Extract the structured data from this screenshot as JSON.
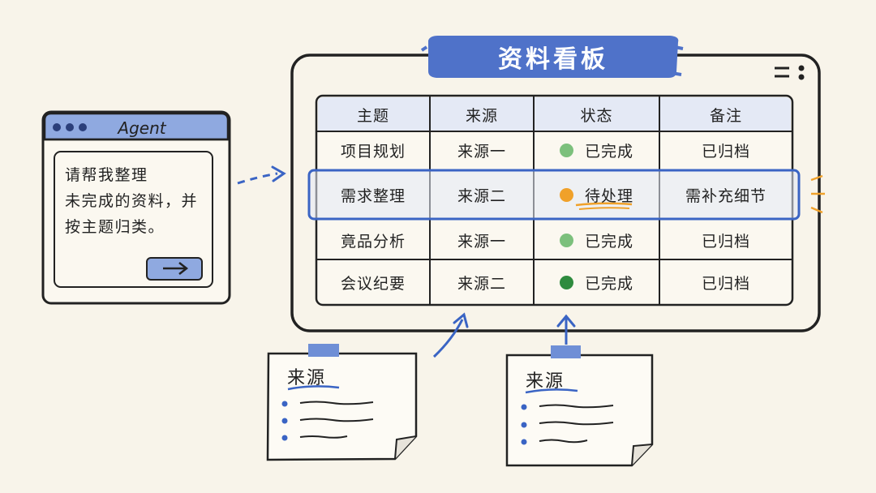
{
  "agent_window": {
    "title": "Agent",
    "message_line1": "请帮我整理",
    "message_line2": "未完成的资料，并",
    "message_line3": "按主题归类。",
    "send_icon": "arrow-right-icon"
  },
  "board": {
    "title": "资料看板",
    "menu_icon": "menu-dots-icon",
    "columns": [
      "主题",
      "来源",
      "状态",
      "备注"
    ],
    "rows": [
      {
        "topic": "项目规划",
        "source": "来源一",
        "status": "已完成",
        "note": "已归档"
      },
      {
        "topic": "需求整理",
        "source": "来源二",
        "status": "待处理",
        "note": "需补充细节"
      },
      {
        "topic": "竟品分析",
        "source": "来源一",
        "status": "已完成",
        "note": "已归档"
      },
      {
        "topic": "会议纪要",
        "source": "来源二",
        "status": "已完成",
        "note": "已归档"
      }
    ],
    "highlighted_row": 1
  },
  "notes": [
    {
      "title": "来源"
    },
    {
      "title": "来源"
    }
  ],
  "colors": {
    "background": "#f8f4ea",
    "accent_blue": "#3a64c4",
    "header_fill": "#e4e9f5",
    "title_banner": "#4f72c9",
    "done_green": "#7cc07c",
    "done_green_dark": "#2e8b3e",
    "pending_orange": "#f0a12a"
  }
}
